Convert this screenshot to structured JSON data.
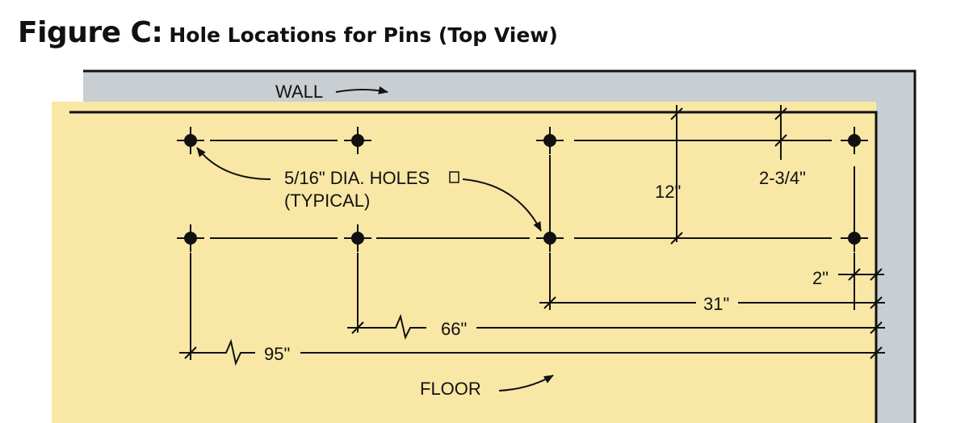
{
  "figure": {
    "title_main": "Figure C:",
    "title_sub": "Hole Locations for Pins (Top View)"
  },
  "labels": {
    "wall": "WALL",
    "floor": "FLOOR",
    "holes_line1": "5/16\" DIA. HOLES",
    "holes_line2": "(TYPICAL)",
    "dim_12": "12\"",
    "dim_2_3_4": "2-3/4\"",
    "dim_2": "2\"",
    "dim_31": "31\"",
    "dim_66": "66\"",
    "dim_95": "95\""
  },
  "colors": {
    "floor": "#f9e7a6",
    "wall": "#c9ced3",
    "ink": "#111111"
  }
}
